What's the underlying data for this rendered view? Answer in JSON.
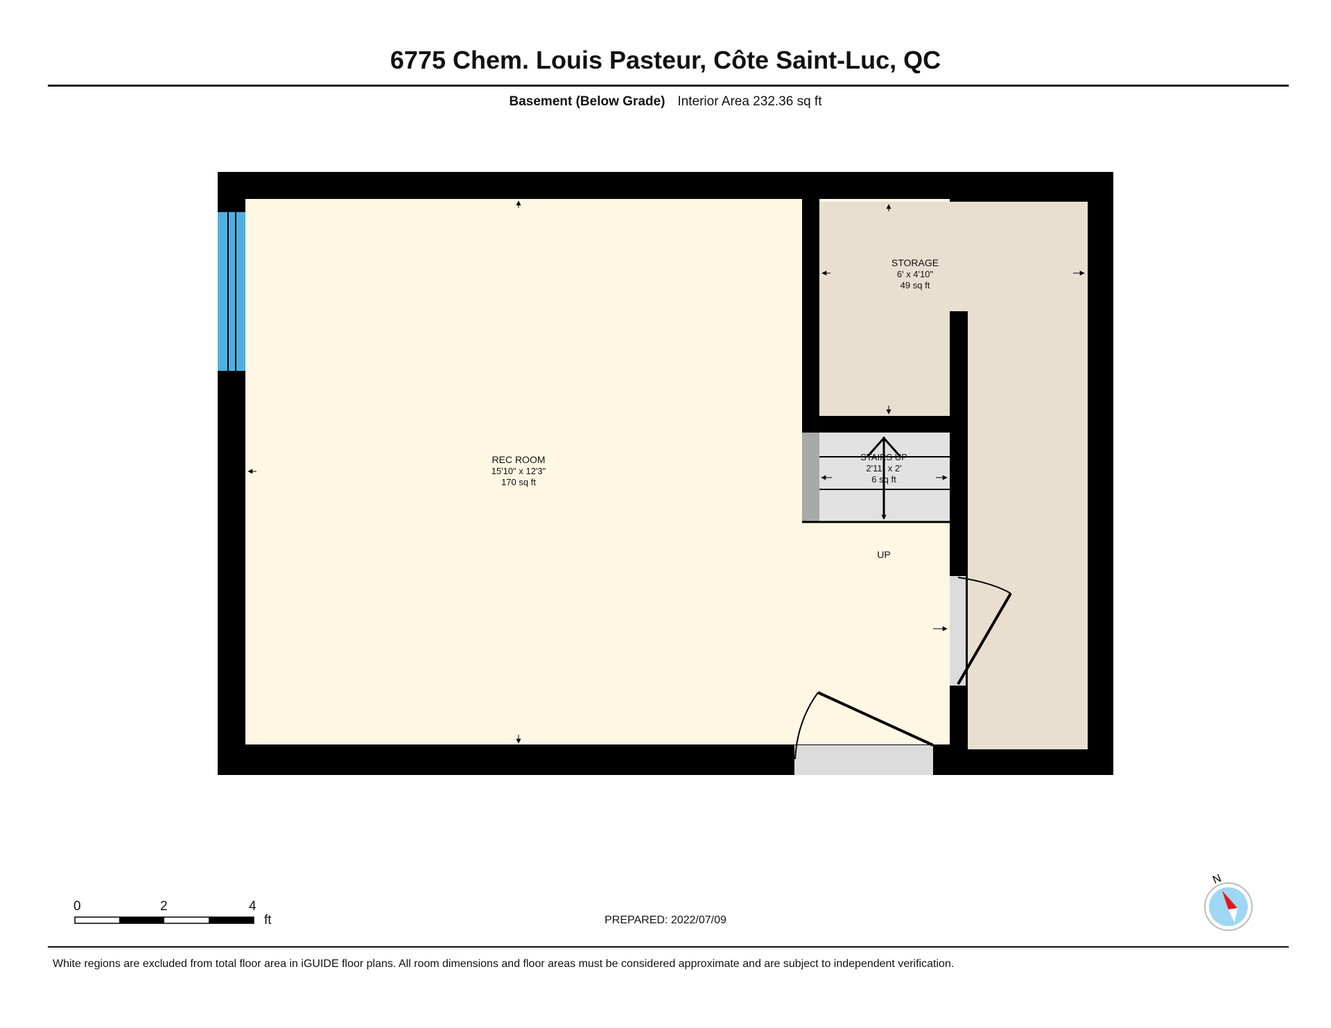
{
  "header": {
    "address": "6775 Chem. Louis Pasteur, Côte Saint-Luc, QC",
    "level": "Basement (Below Grade)",
    "interior_area": "Interior Area 232.36 sq ft"
  },
  "rooms": {
    "rec_room": {
      "name": "REC ROOM",
      "dims": "15'10\" x 12'3\"",
      "area": "170 sq ft"
    },
    "storage": {
      "name": "STORAGE",
      "dims": "6' x 4'10\"",
      "area": "49 sq ft"
    },
    "stairs": {
      "name": "STAIRS UP",
      "dims": "2'11\" x 2'",
      "area": "6 sq ft"
    },
    "up_label": "UP"
  },
  "scale_bar": {
    "ticks": [
      "0",
      "2",
      "4"
    ],
    "unit": "ft"
  },
  "compass": {
    "north_label": "N"
  },
  "prepared": "PREPARED: 2022/07/09",
  "footer_note": "White regions are excluded from total floor area in iGUIDE floor plans. All room dimensions and floor areas must be considered approximate and are subject to independent verification.",
  "colors": {
    "wall": "#000000",
    "rec_room_fill": "#fdf7e3",
    "storage_fill": "#e9dfd0",
    "stairs_fill": "#e2e2e2",
    "window": "#4fb0e0",
    "doorway": "#dcdcdc",
    "compass_needle": "#e8141c",
    "compass_disc": "#9fd7f2"
  }
}
